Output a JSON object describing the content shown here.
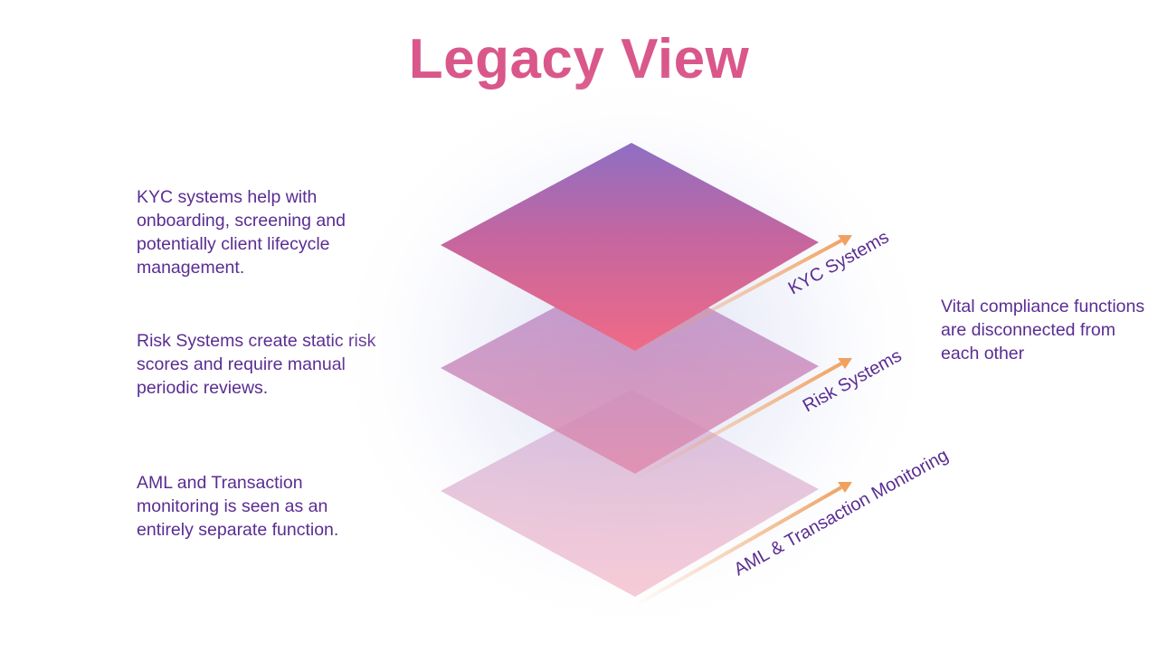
{
  "title": "Legacy View",
  "descriptions": {
    "kyc": "KYC systems help with onboarding, screening and potentially client lifecycle management.",
    "risk": "Risk Systems create static risk scores and require manual periodic reviews.",
    "aml": "AML and Transaction monitoring is seen as an entirely separate function."
  },
  "note": "Vital compliance functions are disconnected from each other",
  "layers": {
    "kyc": "KYC Systems",
    "risk": "Risk Systems",
    "aml": "AML & Transaction Monitoring"
  },
  "colors": {
    "title": "#d9578a",
    "text": "#5a2d92",
    "arrow": "#f0a060"
  }
}
